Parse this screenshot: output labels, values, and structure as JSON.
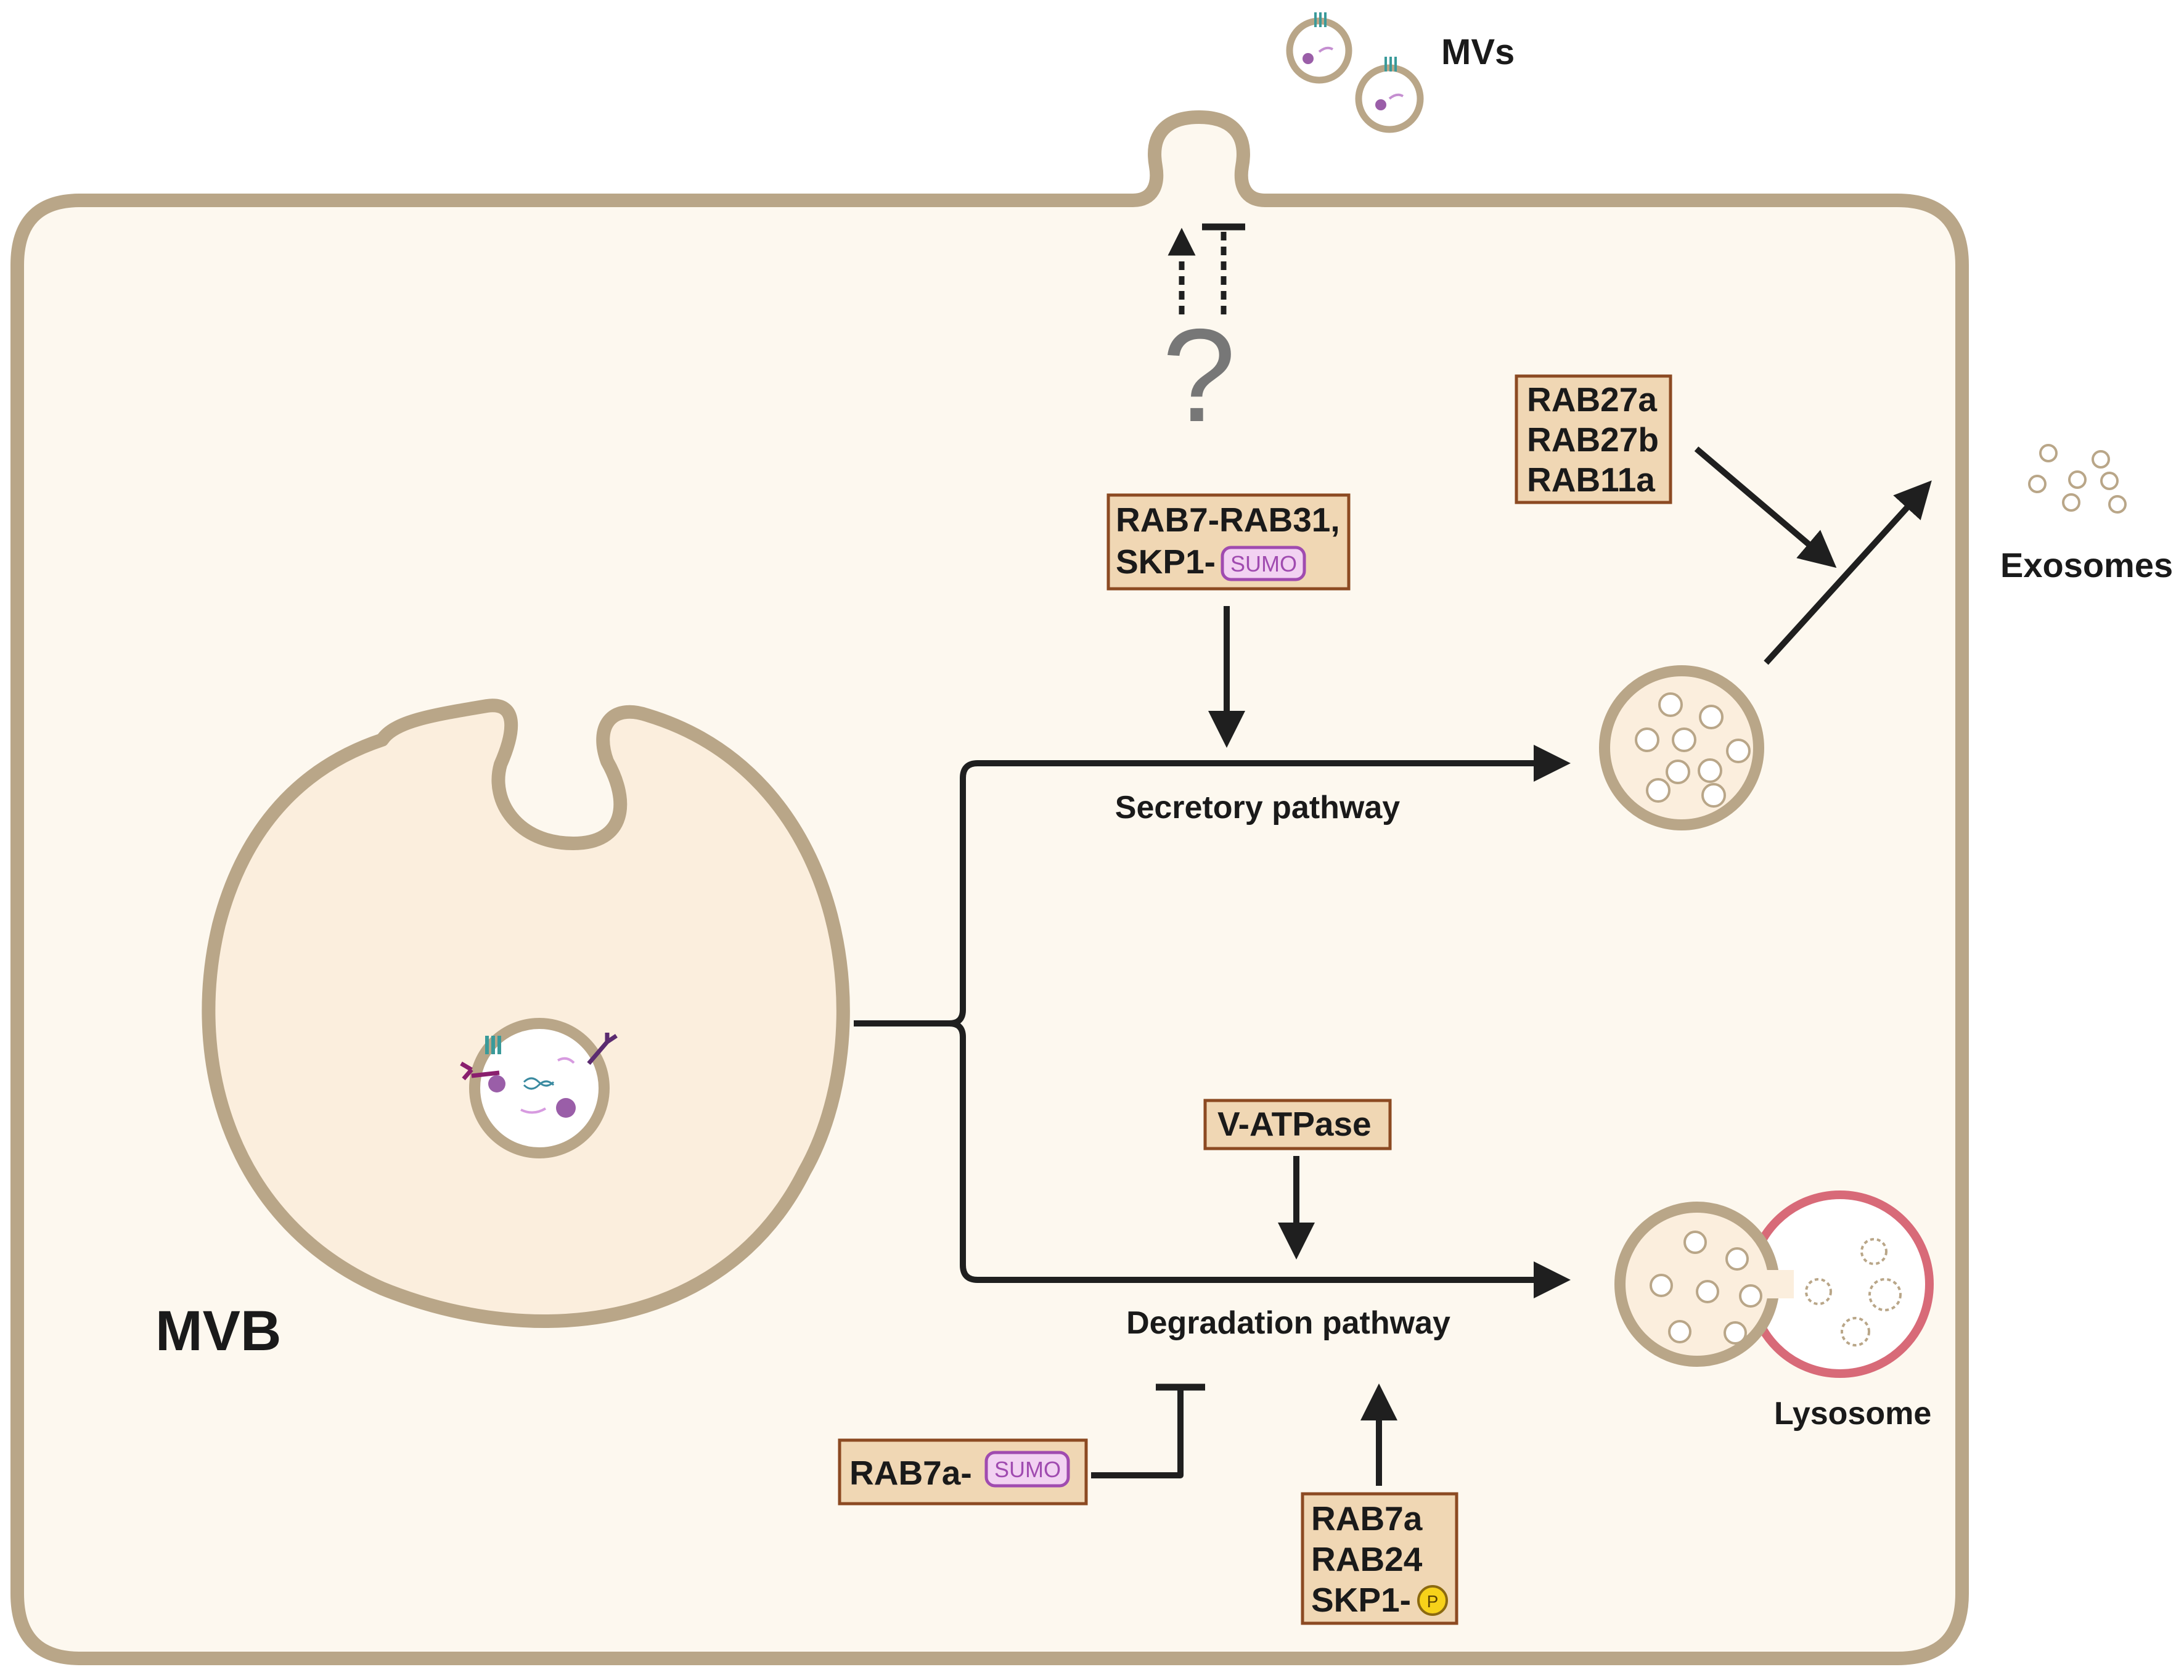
{
  "labels": {
    "mvs": "MVs",
    "exosomes": "Exosomes",
    "mvb": "MVB",
    "secretory": "Secretory pathway",
    "degradation": "Degradation pathway",
    "lysosome": "Lysosome",
    "question": "?"
  },
  "boxes": {
    "rab7_rab31": {
      "line1": "RAB7-RAB31,",
      "line2_prefix": "SKP1-",
      "tag": "SUMO"
    },
    "rab27": {
      "line1": "RAB27a",
      "line2": "RAB27b",
      "line3": "RAB11a"
    },
    "vatpase": {
      "line1": "V-ATPase"
    },
    "rab7a_sumo": {
      "prefix": "RAB7a-",
      "tag": "SUMO"
    },
    "rab7a_rab24": {
      "line1": "RAB7a",
      "line2": "RAB24",
      "line3_prefix": "SKP1-",
      "tag": "P"
    }
  },
  "colors": {
    "cell_fill": "#fdf8ef",
    "cell_stroke": "#b9a688",
    "mvb_fill": "#fbeedd",
    "box_fill": "#f0d7b4",
    "box_stroke": "#8c4a22",
    "sumo_fill": "#f2d2f2",
    "sumo_stroke": "#a04bb0",
    "phospho_fill": "#f7d21a",
    "lysosome_stroke": "#d86a78",
    "arrow": "#1f1f1f"
  }
}
